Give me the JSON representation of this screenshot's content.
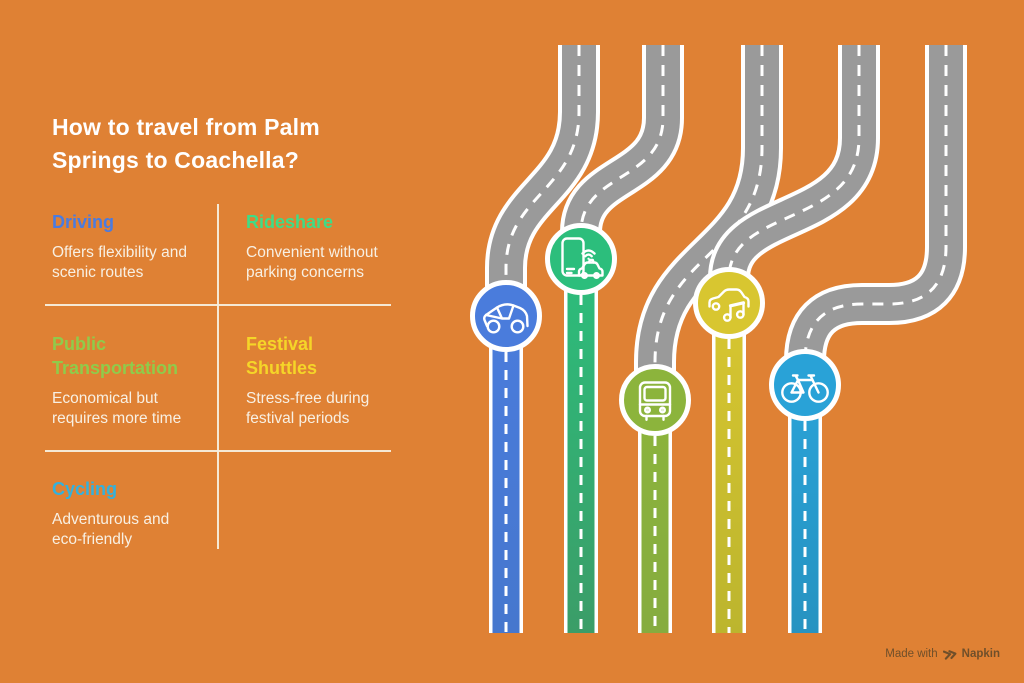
{
  "canvas": {
    "background": "#DF8134"
  },
  "title": "How to travel from Palm Springs to Coachella?",
  "options": [
    {
      "label": "Driving",
      "description": "Offers flexibility and scenic routes",
      "heading_color": "#4A7BE0",
      "badge_color": "#4A7CDC",
      "road_color": "#4677CE",
      "icon": "car-icon"
    },
    {
      "label": "Rideshare",
      "description": "Convenient without parking concerns",
      "heading_color": "#3FDC86",
      "badge_color": "#2CBE7C",
      "road_color": "#3B9D68",
      "icon": "rideshare-app-icon"
    },
    {
      "label": "Public Transportation",
      "description": "Economical but requires more time",
      "heading_color": "#8FCB4B",
      "badge_color": "#8CB43C",
      "road_color": "#86AC3F",
      "icon": "bus-icon"
    },
    {
      "label": "Festival Shuttles",
      "description": "Stress-free during festival periods",
      "heading_color": "#F5D528",
      "badge_color": "#D8C630",
      "road_color": "#BCB52E",
      "icon": "shuttle-music-icon"
    },
    {
      "label": "Cycling",
      "description": "Adventurous and eco-friendly",
      "heading_color": "#33B1DC",
      "badge_color": "#29A2D7",
      "road_color": "#2893C1",
      "icon": "bicycle-icon"
    }
  ],
  "roads": {
    "surface_color": "#9A9A9A",
    "marking_color": "#FFFFFF"
  },
  "attribution": {
    "prefix": "Made with",
    "brand": "Napkin",
    "color": "#6F4F2A"
  }
}
